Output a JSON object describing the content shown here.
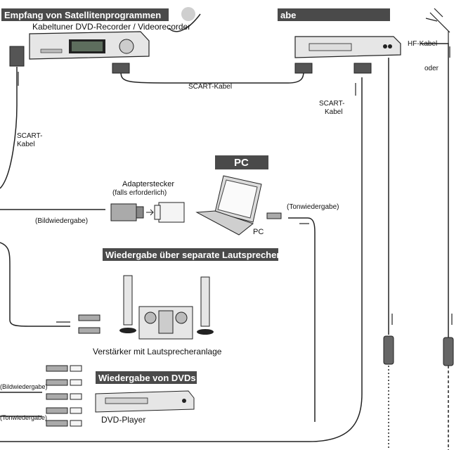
{
  "banners": {
    "satellite": "Empfang von Satellitenprogrammen",
    "satellite_tail": "abe",
    "pc": "PC",
    "speakers": "Wiedergabe über separate Lautsprecher",
    "dvd": "Wiedergabe von DVDs"
  },
  "labels": {
    "recorder": "Kabeltuner DVD-Recorder / Videorecorder",
    "scart_top": "SCART-Kabel",
    "hf_cable": "HF-Kabel",
    "oder": "oder",
    "scart_left_1": "SCART-",
    "scart_left_2": "Kabel",
    "scart_right_1": "SCART-",
    "scart_right_2": "Kabel",
    "adapter_1": "Adapterstecker",
    "adapter_2": "(falls erforderlich)",
    "bild_pc": "(Bildwiedergabe)",
    "ton_pc": "(Tonwiedergabe)",
    "pc_device": "PC",
    "amp": "Verstärker mit Lautsprecheranlage",
    "bild_dvd": "(Bildwiedergabe)",
    "ton_dvd": "(Tonwiedergabe)",
    "dvd_player": "DVD-Player"
  },
  "colors": {
    "banner": "#4a4a4a",
    "line": "#222222",
    "device": "#e6e6e6"
  }
}
